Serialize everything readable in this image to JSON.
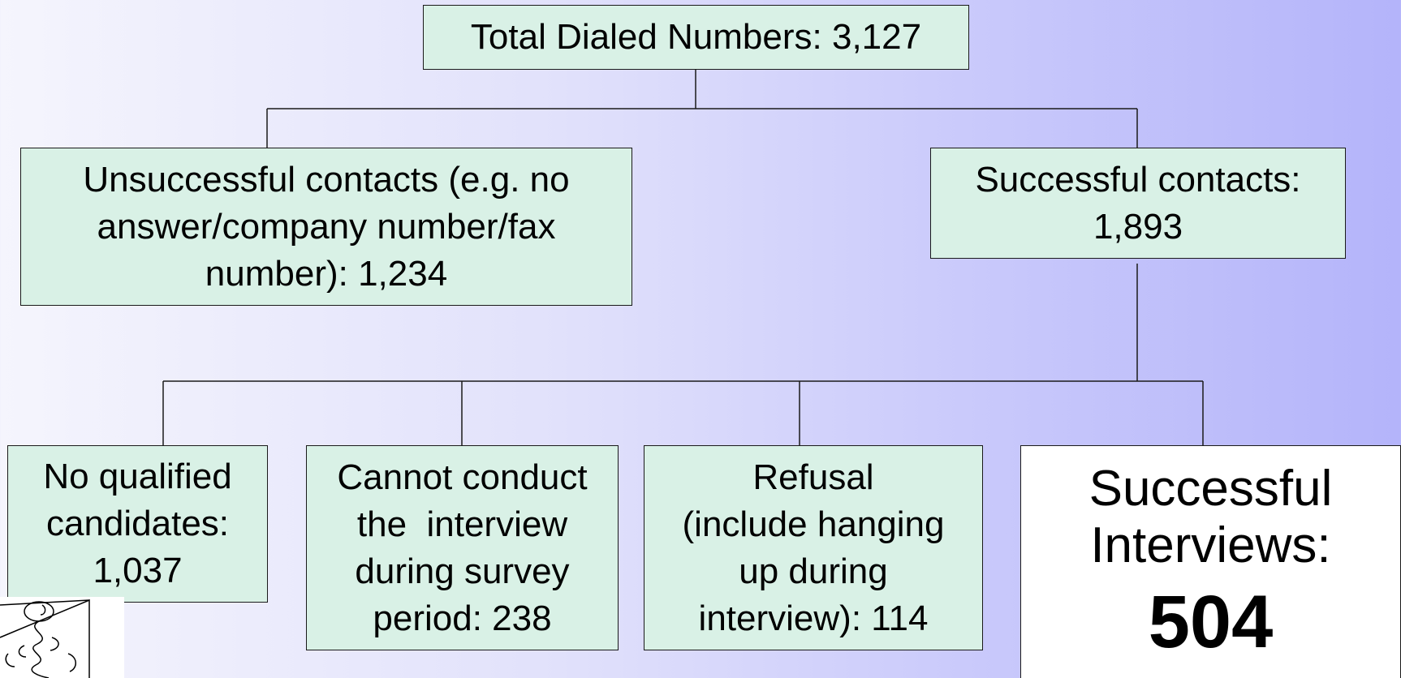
{
  "root": {
    "label": "Total Dialed Numbers: 3,127"
  },
  "unsuccessful": {
    "lines": [
      "Unsuccessful contacts (e.g. no",
      "answer/company number/fax",
      "number): 1,234"
    ]
  },
  "successful": {
    "lines": [
      "Successful contacts:",
      "1,893"
    ]
  },
  "outcomes": [
    {
      "lines": [
        "No qualified",
        "candidates:",
        "1,037"
      ]
    },
    {
      "lines": [
        "Cannot conduct",
        "the  interview",
        "during survey",
        "period: 238"
      ]
    },
    {
      "lines": [
        "Refusal",
        "(include hanging",
        "up during",
        "interview): 114"
      ]
    }
  ],
  "interviews": {
    "lines": [
      "Successful",
      "Interviews:"
    ],
    "count": "504"
  }
}
